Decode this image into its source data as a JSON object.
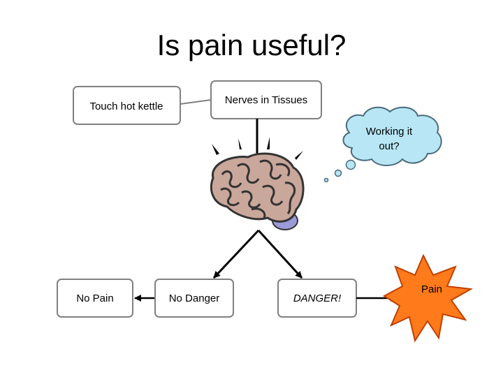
{
  "title": "Is pain useful?",
  "boxes": {
    "touch": "Touch hot kettle",
    "nerves": "Nerves in Tissues",
    "no_pain": "No Pain",
    "no_danger": "No Danger",
    "danger": "DANGER!"
  },
  "thought_bubble": {
    "line1": "Working it",
    "line2": "out?"
  },
  "burst_label": "Pain",
  "colors": {
    "box_border": "#808080",
    "arrow": "#000000",
    "bubble_fill": "#b8e6f5",
    "bubble_stroke": "#4a6a7a",
    "burst_fill": "#ff7a1a",
    "burst_stroke": "#c04000",
    "brain_fill": "#c9a79a",
    "brain_stem": "#9b9bd8"
  }
}
